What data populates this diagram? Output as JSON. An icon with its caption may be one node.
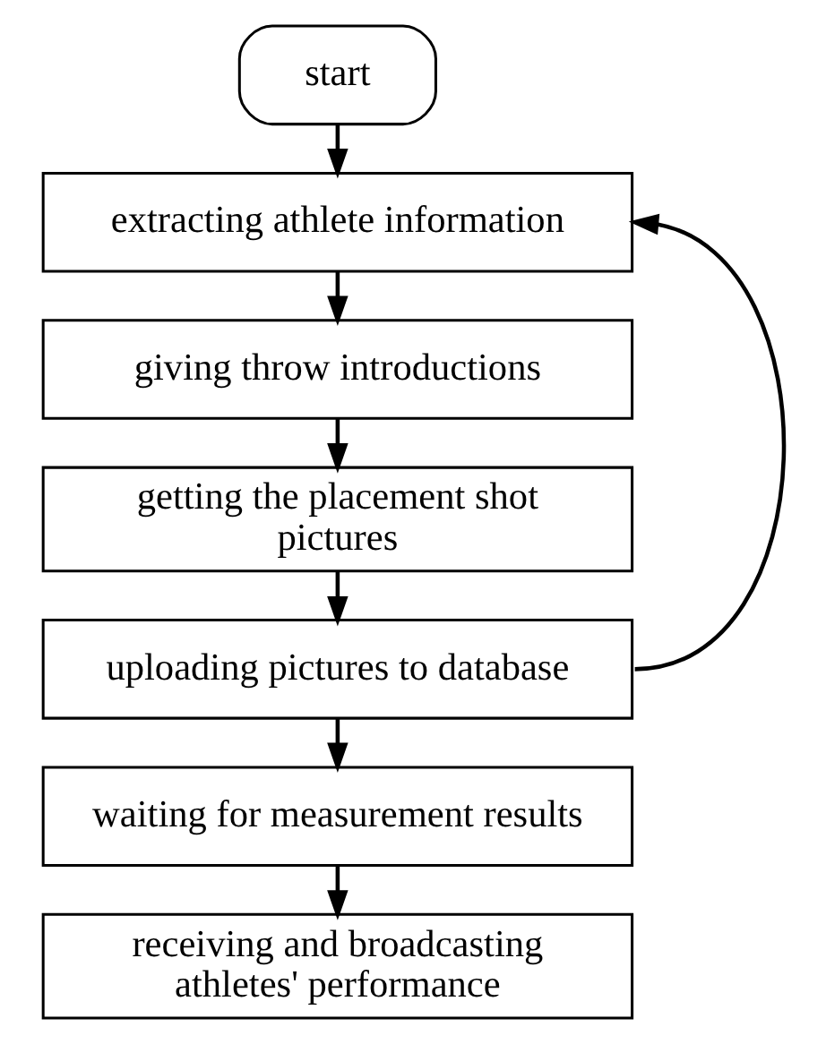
{
  "diagram": {
    "nodes": [
      {
        "text": [
          "start"
        ]
      },
      {
        "text": [
          "extracting athlete information"
        ]
      },
      {
        "text": [
          "giving throw introductions"
        ]
      },
      {
        "text": [
          "getting the placement shot pictures"
        ]
      },
      {
        "text": [
          "uploading pictures to database"
        ]
      },
      {
        "text": [
          "waiting for measurement results"
        ]
      },
      {
        "text": [
          "receiving and broadcasting athletes' performance"
        ]
      }
    ],
    "edges": [
      {
        "from": 0,
        "to": 1,
        "arrow": "to"
      },
      {
        "from": 1,
        "to": 2,
        "arrow": "to"
      },
      {
        "from": 2,
        "to": 3,
        "arrow": "to"
      },
      {
        "from": 3,
        "to": 4,
        "arrow": "to"
      },
      {
        "from": 4,
        "to": 5,
        "arrow": "to"
      },
      {
        "from": 5,
        "to": 6,
        "arrow": "to"
      },
      {
        "from": 4,
        "to": 1,
        "arrow": "to"
      }
    ]
  }
}
